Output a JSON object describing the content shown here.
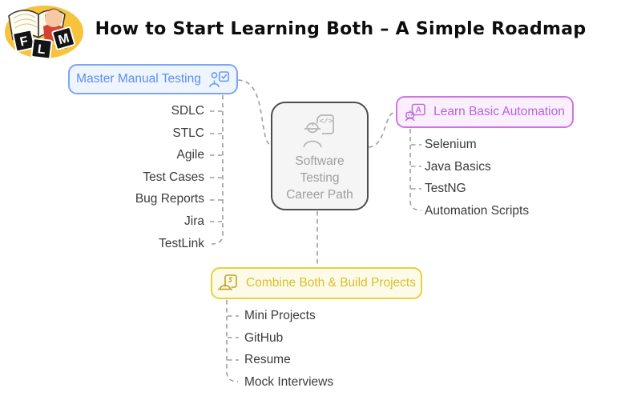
{
  "title": "How to Start Learning Both – A Simple Roadmap",
  "logo": {
    "letters": [
      "F",
      "L",
      "M"
    ]
  },
  "center_node": {
    "label": "Software Testing Career Path",
    "icon": "engineer-code-icon"
  },
  "branches": {
    "manual": {
      "label": "Master Manual Testing",
      "icon": "person-check-icon",
      "accent_color": "#5b8df2",
      "border_color": "#7aa6f7",
      "background_color": "#eef5ff",
      "items": [
        "SDLC",
        "STLC",
        "Agile",
        "Test Cases",
        "Bug Reports",
        "Jira",
        "TestLink"
      ]
    },
    "automation": {
      "label": "Learn Basic Automation",
      "icon": "robot-language-icon",
      "accent_color": "#b763da",
      "border_color": "#cd74e6",
      "background_color": "#faf0fd",
      "items": [
        "Selenium",
        "Java Basics",
        "TestNG",
        "Automation Scripts"
      ]
    },
    "combine": {
      "label": "Combine Both & Build Projects",
      "icon": "hardhat-document-icon",
      "accent_color": "#d9be2b",
      "border_color": "#e5d23f",
      "background_color": "#fdfbe7",
      "items": [
        "Mini Projects",
        "GitHub",
        "Resume",
        "Mock Interviews"
      ]
    }
  },
  "connectors": {
    "color": "#9e9e9e",
    "style": "dashed"
  }
}
